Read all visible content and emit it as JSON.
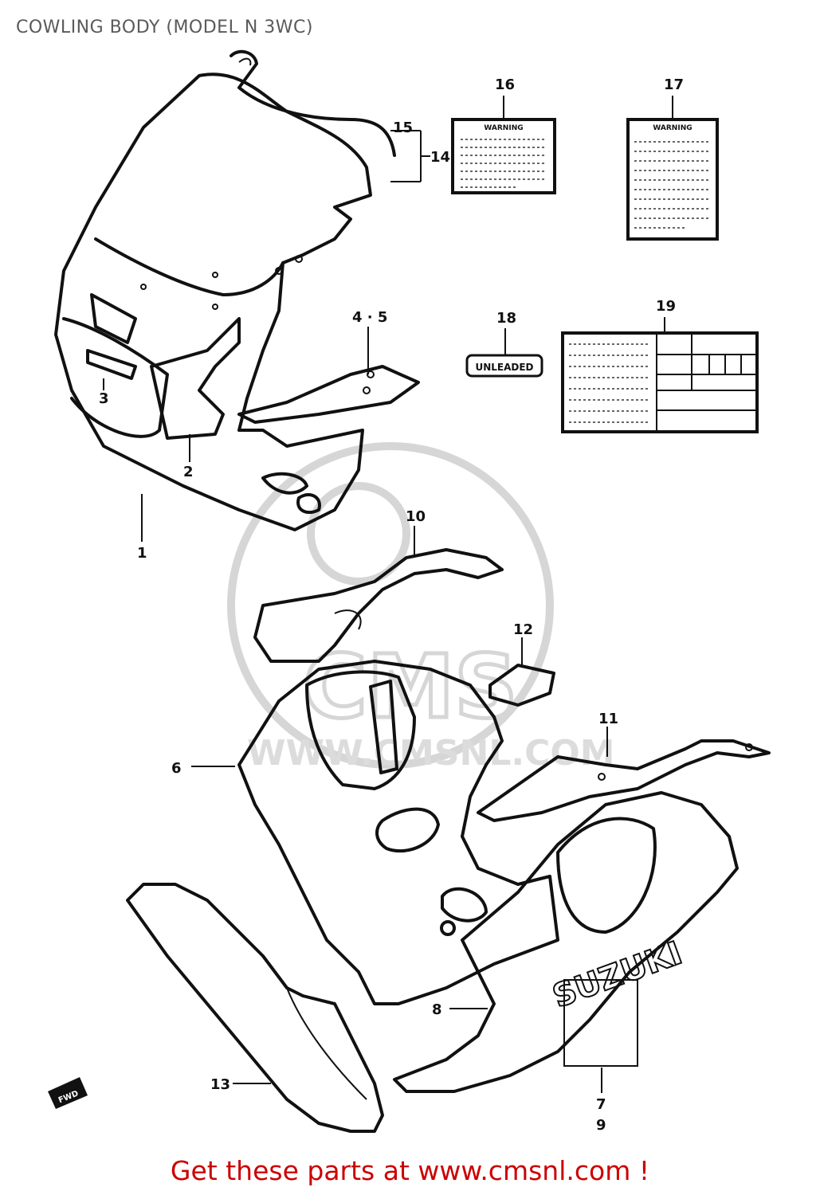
{
  "title": "COWLING BODY (MODEL N 3WC)",
  "footer": "Get these parts at www.cmsnl.com !",
  "labels": {
    "warning": "WARNING",
    "unleaded": "UNLEADED",
    "fwd": "FWD",
    "watermark": "CMS",
    "watermark_url": "WWW.CMSNL.COM",
    "brand": "SUZUKI"
  },
  "callouts": {
    "c1": "1",
    "c2": "2",
    "c3": "3",
    "c45": "4 · 5",
    "c6": "6",
    "c7": "7",
    "c8": "8",
    "c9": "9",
    "c10": "10",
    "c11": "11",
    "c12": "12",
    "c13": "13",
    "c14": "14",
    "c15": "15",
    "c16": "16",
    "c17": "17",
    "c18": "18",
    "c19": "19"
  }
}
